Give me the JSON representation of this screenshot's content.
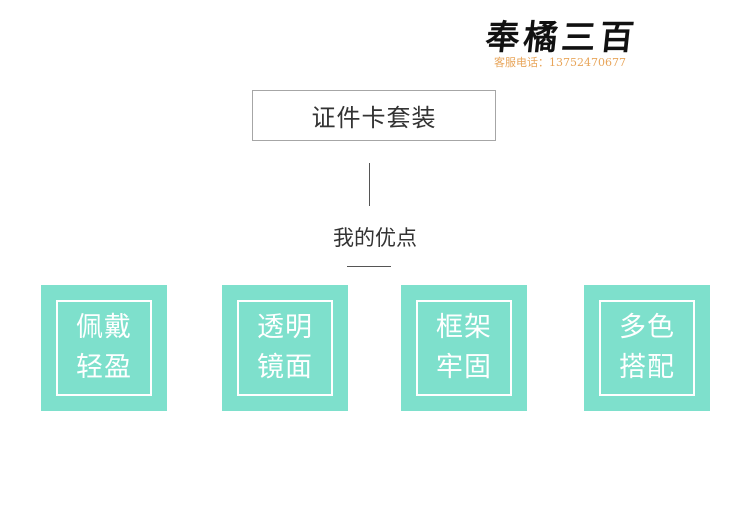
{
  "brand": {
    "logo_text": "奉橘三百",
    "phone": "客服电话：13752470677"
  },
  "product": {
    "title": "证件卡套装"
  },
  "features": {
    "heading": "我的优点",
    "items": [
      {
        "line1": "佩戴",
        "line2": "轻盈"
      },
      {
        "line1": "透明",
        "line2": "镜面"
      },
      {
        "line1": "框架",
        "line2": "牢固"
      },
      {
        "line1": "多色",
        "line2": "搭配"
      }
    ]
  },
  "colors": {
    "tile": "#7ee0cc",
    "phone": "#e8a55a",
    "text": "#333333"
  }
}
